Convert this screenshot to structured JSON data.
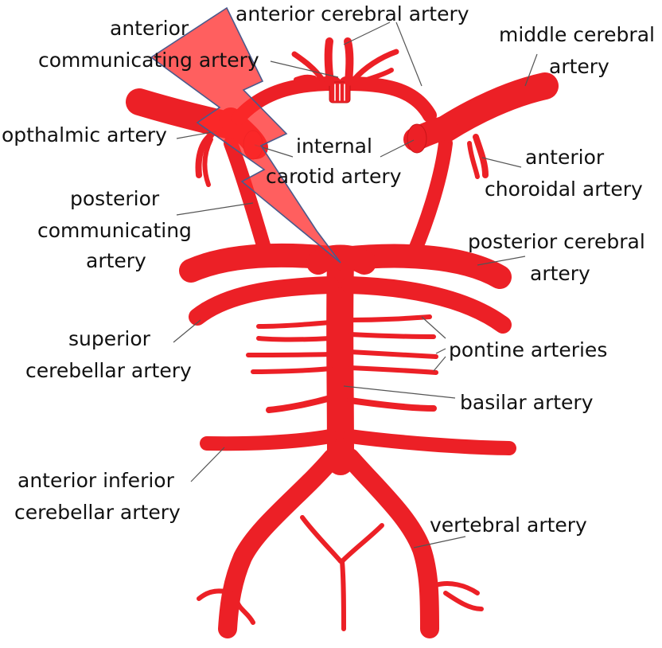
{
  "colors": {
    "artery": "#ec2026",
    "artery_dark": "#c81418",
    "artery_light": "#ff5a5a",
    "leader_line": "#555555",
    "bolt_fill": "#ff2a2a",
    "bolt_outline": "#4a5a8c",
    "text": "#111111"
  },
  "labels": {
    "anterior_communicating": {
      "line1": "anterior",
      "line2": "communicating artery"
    },
    "anterior_cerebral": {
      "line1": "anterior cerebral artery"
    },
    "middle_cerebral": {
      "line1": "middle cerebral",
      "line2": "artery"
    },
    "opthalmic": {
      "line1": "opthalmic artery"
    },
    "internal_carotid": {
      "line1": "internal",
      "line2": "carotid artery"
    },
    "anterior_choroidal": {
      "line1": "anterior",
      "line2": "choroidal artery"
    },
    "posterior_communicating": {
      "line1": "posterior",
      "line2": "communicating",
      "line3": "artery"
    },
    "posterior_cerebral": {
      "line1": "posterior cerebral",
      "line2": "artery"
    },
    "superior_cerebellar": {
      "line1": "superior",
      "line2": "cerebellar artery"
    },
    "pontine": {
      "line1": "pontine arteries"
    },
    "basilar": {
      "line1": "basilar artery"
    },
    "anterior_inferior_cerebellar": {
      "line1": "anterior inferior",
      "line2": "cerebellar artery"
    },
    "vertebral": {
      "line1": "vertebral artery"
    }
  },
  "icons": {
    "lesion_marker": "lightning-bolt-icon"
  }
}
